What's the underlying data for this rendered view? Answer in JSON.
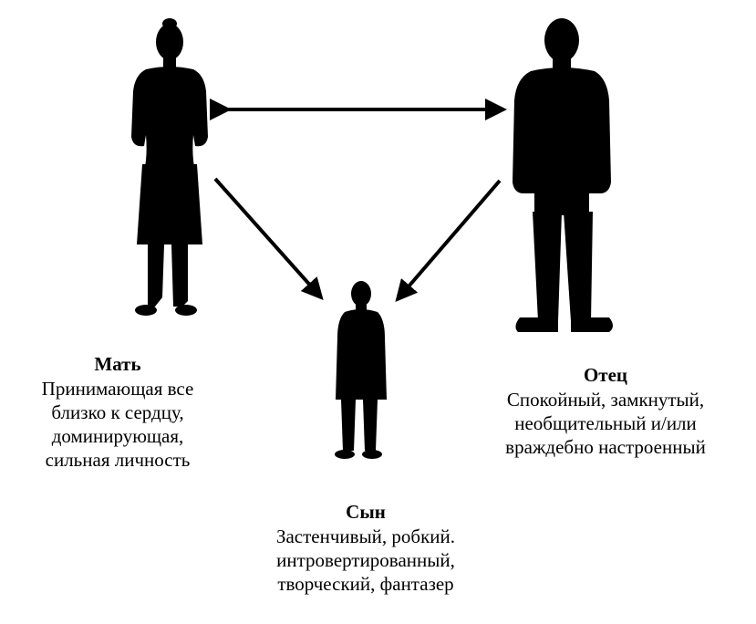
{
  "colors": {
    "ink": "#000000",
    "background": "#ffffff"
  },
  "mother": {
    "name": "Мать",
    "lines": [
      "Принимающая все",
      "близко к сердцу,",
      "доминирующая,",
      "сильная личность"
    ]
  },
  "father": {
    "name": "Отец",
    "lines": [
      "Спокойный, замкнутый,",
      "необщительный и/или",
      "враждебно настроенный"
    ]
  },
  "son": {
    "name": "Сын",
    "lines": [
      "Застенчивый, робкий.",
      "интровертированный,",
      "творческий, фантазер"
    ]
  },
  "relations": [
    {
      "from": "mother",
      "to": "father",
      "direction": "both"
    },
    {
      "from": "mother",
      "to": "son",
      "direction": "to"
    },
    {
      "from": "father",
      "to": "son",
      "direction": "to"
    }
  ]
}
